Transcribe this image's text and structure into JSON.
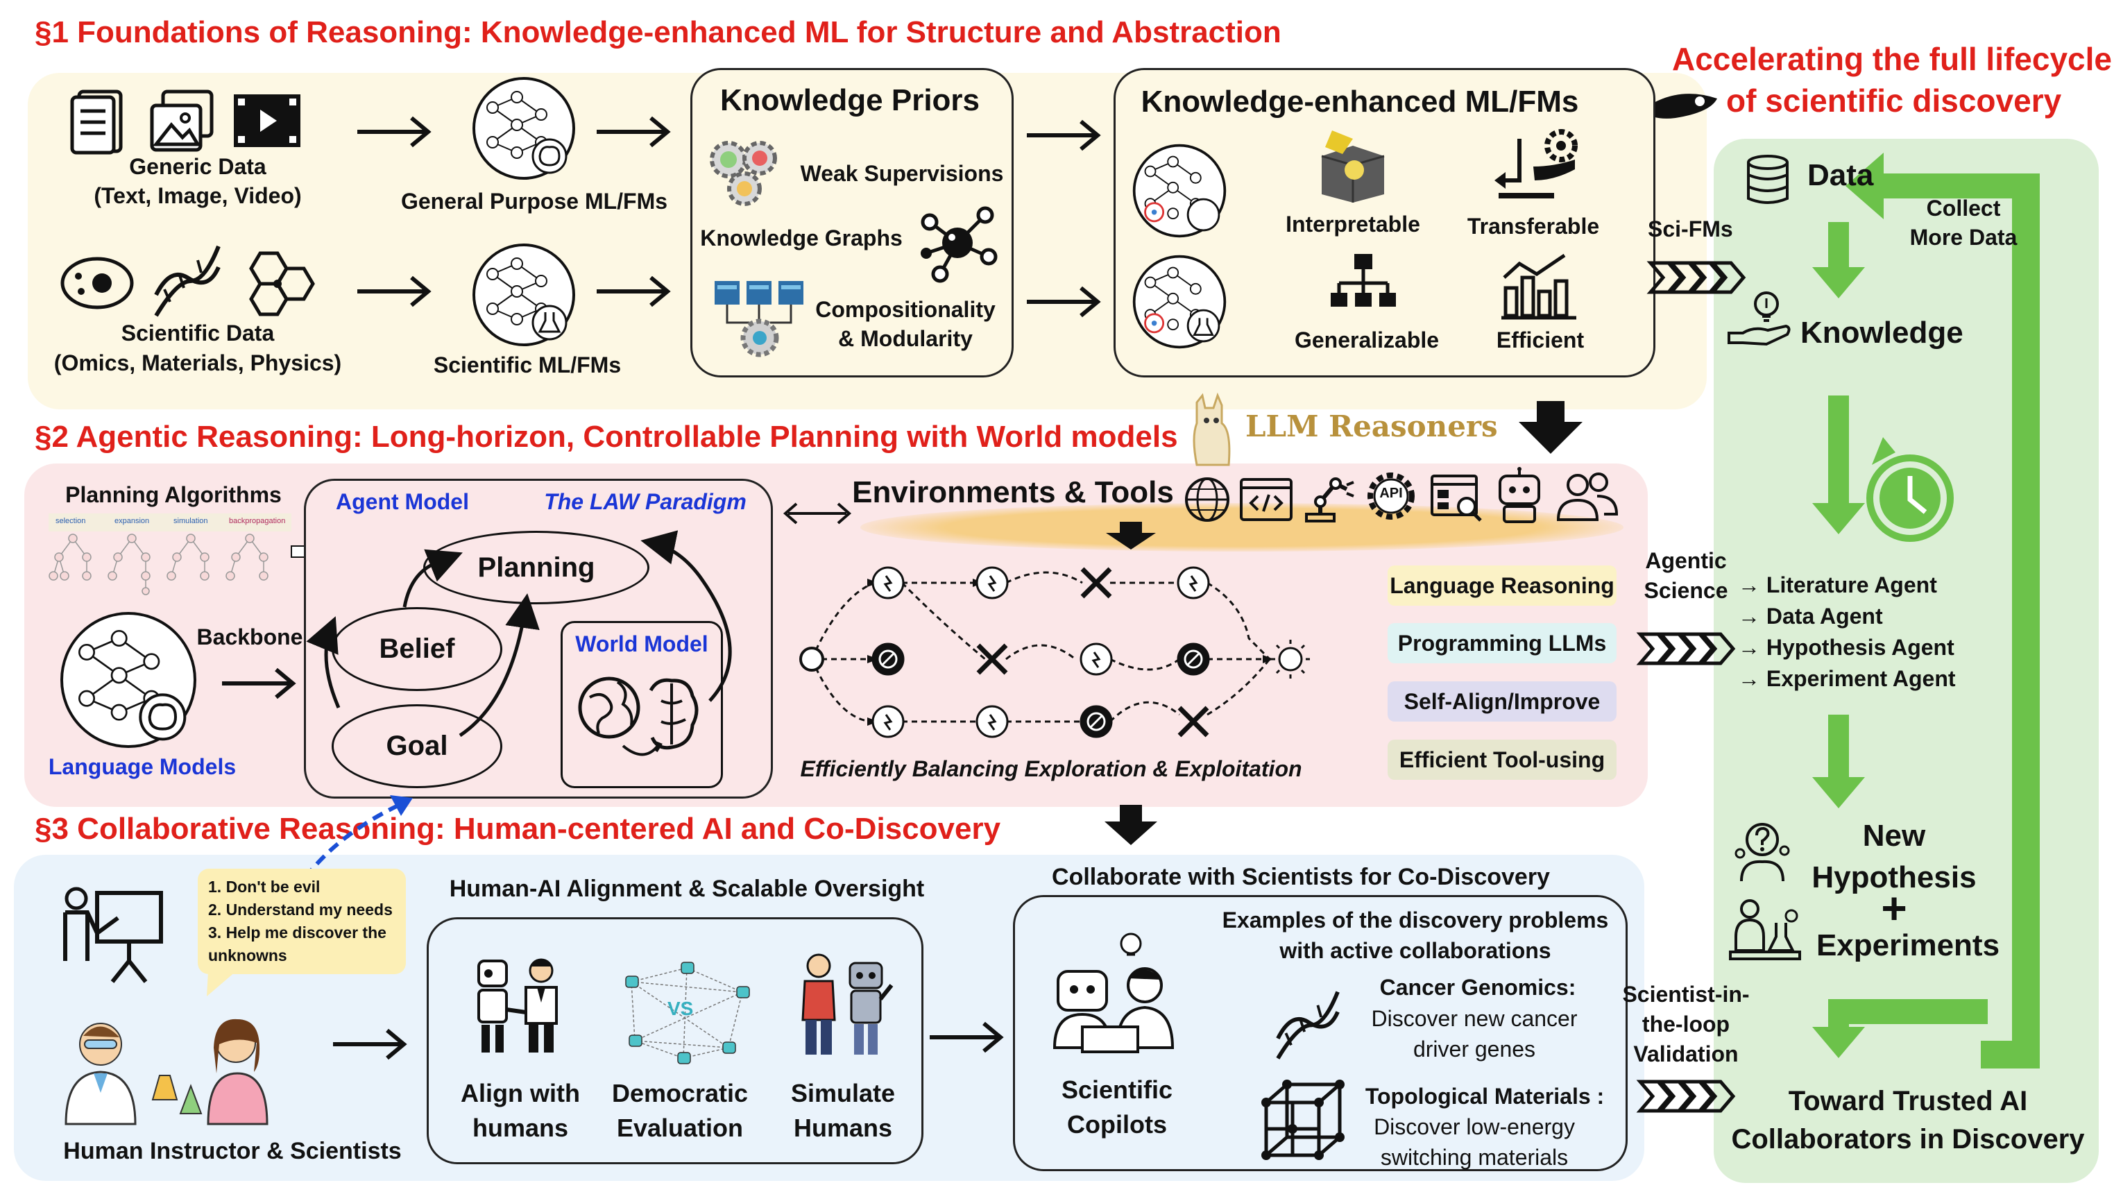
{
  "header": {
    "title_right": "Accelerating the full lifecycle",
    "title_right_2": "of scientific discovery"
  },
  "section1": {
    "title": "§1 Foundations of Reasoning: Knowledge-enhanced ML for Structure and Abstraction",
    "generic_data": "Generic Data",
    "generic_data_sub": "(Text, Image, Video)",
    "scientific_data": "Scientific Data",
    "scientific_data_sub": "(Omics, Materials, Physics)",
    "general_ml": "General Purpose ML/FMs",
    "scientific_ml": "Scientific ML/FMs",
    "priors_title": "Knowledge Priors",
    "weak_sup": "Weak Supervisions",
    "kg": "Knowledge Graphs",
    "comp1": "Compositionality",
    "comp2": "& Modularity",
    "kml_title": "Knowledge-enhanced ML/FMs",
    "interpretable": "Interpretable",
    "transferable": "Transferable",
    "generalizable": "Generalizable",
    "efficient": "Efficient"
  },
  "section2": {
    "title": "§2 Agentic Reasoning: Long-horizon, Controllable Planning with World models",
    "llm_reasoners": "LLM Reasoners",
    "planning_algorithms": "Planning Algorithms",
    "alg_steps": [
      "selection",
      "expansion",
      "simulation",
      "backpropagation"
    ],
    "backbone": "Backbone",
    "language_models": "Language Models",
    "agent_model": "Agent Model",
    "law": "The LAW Paradigm",
    "planning": "Planning",
    "belief": "Belief",
    "goal": "Goal",
    "world_model": "World Model",
    "env_tools": "Environments & Tools",
    "api": "API",
    "balance": "Efficiently Balancing Exploration & Exploitation",
    "tags": [
      {
        "label": "Language Reasoning",
        "color": "#fbf2c6"
      },
      {
        "label": "Programming LLMs",
        "color": "#dff3f3"
      },
      {
        "label": "Self-Align/Improve",
        "color": "#dedcf0"
      },
      {
        "label": "Efficient Tool-using",
        "color": "#e7e7cf"
      }
    ]
  },
  "section3": {
    "title": "§3 Collaborative Reasoning: Human-centered AI and Co-Discovery",
    "bubble": [
      "1. Don't be evil",
      "2. Understand my needs",
      "3. Help me discover the",
      "unknowns"
    ],
    "human_instructor": "Human Instructor & Scientists",
    "alignment_title": "Human-AI Alignment & Scalable Oversight",
    "align1": "Align with",
    "align2": "humans",
    "demo1": "Democratic",
    "demo2": "Evaluation",
    "vs": "VS",
    "sim1": "Simulate",
    "sim2": "Humans",
    "collab_title": "Collaborate with Scientists for Co-Discovery",
    "examples1": "Examples of the discovery problems",
    "examples2": "with active collaborations",
    "copilot1": "Scientific",
    "copilot2": "Copilots",
    "cancer_title": "Cancer Genomics:",
    "cancer1": "Discover new cancer",
    "cancer2": "driver genes",
    "topo_title": "Topological Materials :",
    "topo1": "Discover low-energy",
    "topo2": "switching materials"
  },
  "lifecycle": {
    "scifms": "Sci-FMs",
    "data": "Data",
    "collect1": "Collect",
    "collect2": "More Data",
    "knowledge": "Knowledge",
    "agentic1": "Agentic",
    "agentic2": "Science",
    "agents": [
      "→ Literature Agent",
      "→ Data Agent",
      "→ Hypothesis Agent",
      "→ Experiment Agent"
    ],
    "new": "New",
    "hypothesis": "Hypothesis",
    "plus": "+",
    "experiments": "Experiments",
    "sil1": "Scientist-in-",
    "sil2": "the-loop",
    "sil3": "Validation",
    "trusted1": "Toward Trusted AI",
    "trusted2": "Collaborators in Discovery"
  },
  "colors": {
    "section_title": "#e0201a",
    "panel1": "#fdf8e4",
    "panel2": "#fbe7e8",
    "panel3": "#eaf3fb",
    "lifecycle": "#dcefd6",
    "arrow_green": "#6cc24a",
    "blue_label": "#1a35d6"
  }
}
